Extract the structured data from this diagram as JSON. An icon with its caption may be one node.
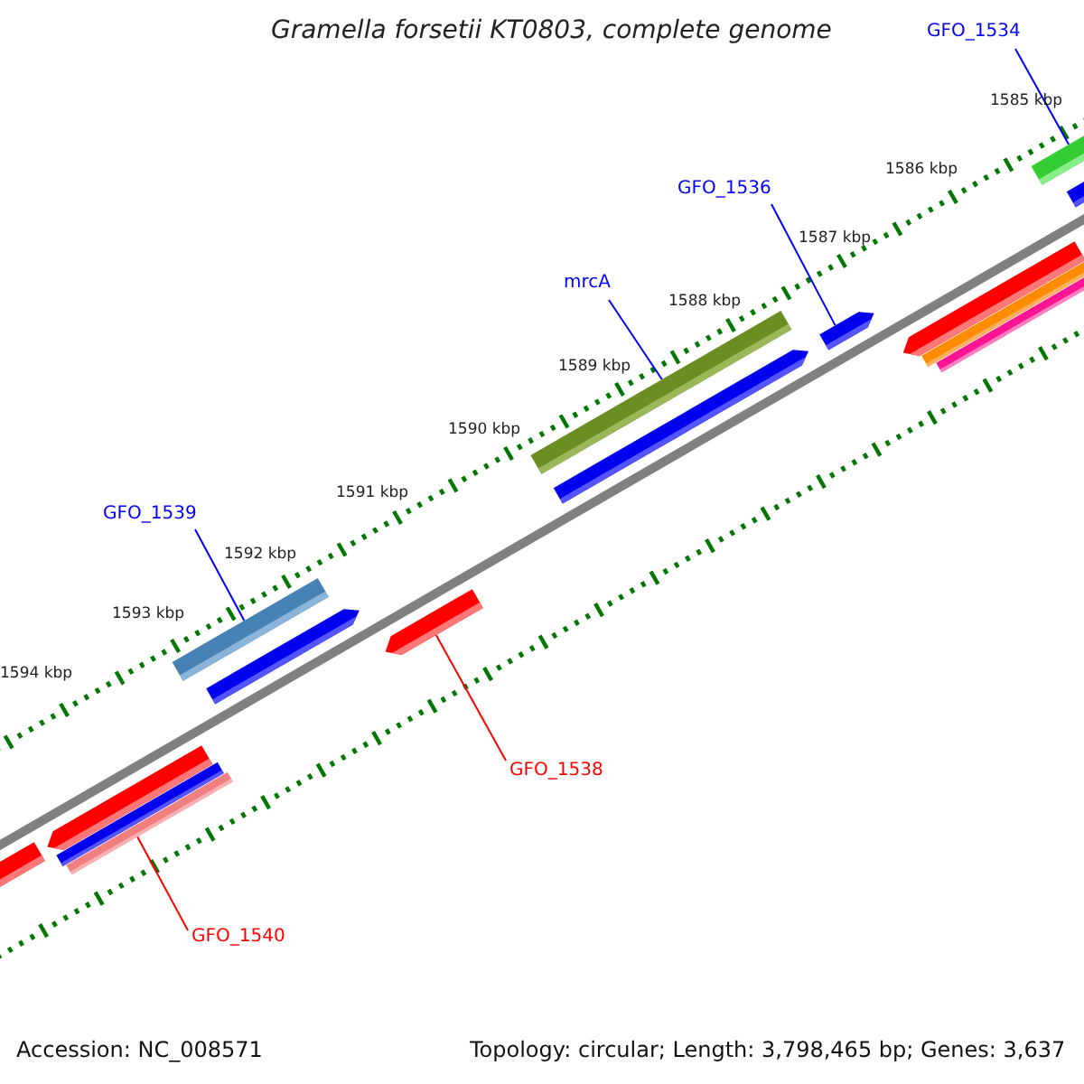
{
  "diagram": {
    "title": "Gramella forsetii KT0803, complete genome",
    "nodes": [
      {
        "text": [
          "GFO_1534"
        ]
      },
      {
        "text": [],
        "shape": "bar"
      },
      {
        "text": [
          "GFO_1536"
        ]
      },
      {
        "text": [],
        "shape": "bar"
      },
      {
        "text": [
          "mrcA"
        ]
      },
      {
        "text": [],
        "shape": "bar"
      },
      {
        "text": [
          "GFO_1539"
        ]
      },
      {
        "text": [],
        "shape": "bar"
      },
      {
        "text": [
          "GFO_1538"
        ]
      },
      {
        "text": [],
        "shape": "bar"
      },
      {
        "text": [
          "GFO_1540"
        ]
      },
      {
        "text": [],
        "shape": "bar"
      },
      {
        "text": [],
        "shape": "bar"
      },
      {
        "text": [],
        "shape": "bar"
      },
      {
        "text": [],
        "shape": "bar"
      },
      {
        "text": [],
        "shape": "bar"
      },
      {
        "text": [],
        "shape": "bar"
      },
      {
        "text": [],
        "shape": "bar"
      },
      {
        "text": [],
        "shape": "bar"
      },
      {
        "text": [],
        "shape": "bar"
      },
      {
        "text": [],
        "shape": "bar"
      }
    ],
    "edges": [
      {
        "from": 0,
        "to": 1,
        "arrow": "none"
      },
      {
        "from": 2,
        "to": 3,
        "arrow": "none"
      },
      {
        "from": 4,
        "to": 5,
        "arrow": "none"
      },
      {
        "from": 6,
        "to": 7,
        "arrow": "none"
      },
      {
        "from": 8,
        "to": 9,
        "arrow": "none",
        "color": "#ff0000"
      },
      {
        "from": 10,
        "to": 11,
        "arrow": "none",
        "color": "#ff0000"
      }
    ],
    "labels": [
      "1585 kbp",
      "1586 kbp",
      "1587 kbp",
      "1588 kbp",
      "1589 kbp",
      "1590 kbp",
      "1591 kbp",
      "1592 kbp",
      "1593 kbp",
      "1594 kbp",
      "Accession: NC_008571",
      "Topology: circular; Length: 3,798,465 bp; Genes: 3,637"
    ]
  }
}
